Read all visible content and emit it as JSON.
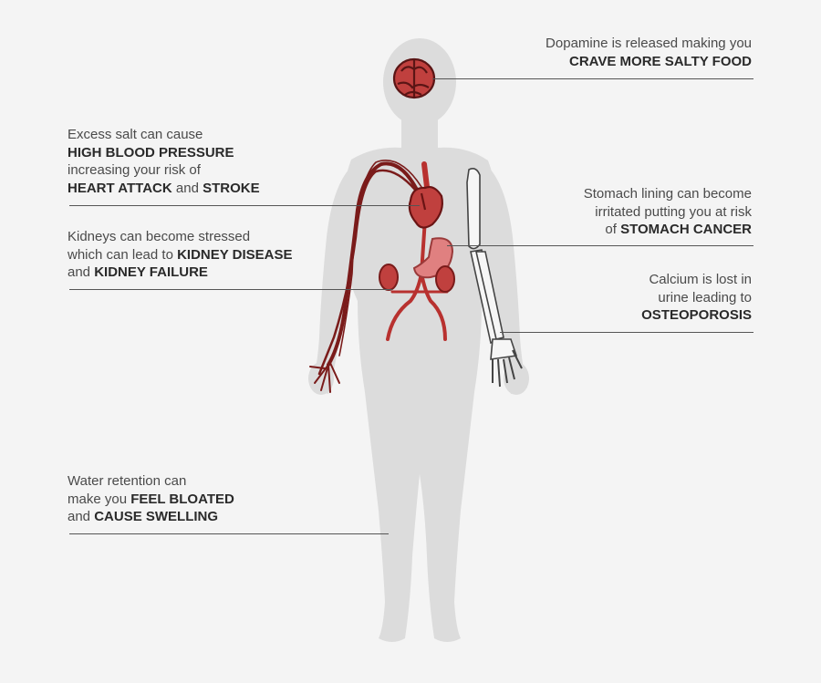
{
  "callouts": {
    "brain": {
      "line1": "Dopamine is released making you",
      "line2_bold": "CRAVE MORE SALTY FOOD"
    },
    "heart": {
      "line1": "Excess salt can cause",
      "line2_bold": "HIGH BLOOD PRESSURE",
      "line3": "increasing your risk of",
      "line4_bold_a": "HEART ATTACK",
      "line4_connector": " and ",
      "line4_bold_b": "STROKE"
    },
    "stomach": {
      "line1": "Stomach lining can become",
      "line2": "irritated putting you at risk",
      "line3_prefix": "of ",
      "line3_bold": "STOMACH CANCER"
    },
    "kidney": {
      "line1": "Kidneys can become stressed",
      "line2_prefix": "which can lead to ",
      "line2_bold": "KIDNEY DISEASE",
      "line3_prefix": "and ",
      "line3_bold": "KIDNEY FAILURE"
    },
    "bone": {
      "line1": "Calcium is lost in",
      "line2": "urine leading to",
      "line3_bold": "OSTEOPOROSIS"
    },
    "water": {
      "line1": "Water retention can",
      "line2_prefix": "make you ",
      "line2_bold": "FEEL BLOATED",
      "line3_prefix": "and ",
      "line3_bold": "CAUSE SWELLING"
    }
  },
  "colors": {
    "background": "#f4f4f4",
    "silhouette": "#dcdcdc",
    "artery": "#b8312f",
    "artery_stroke": "#7a1b1a",
    "organ_pink": "#e08080",
    "line": "#555555"
  }
}
